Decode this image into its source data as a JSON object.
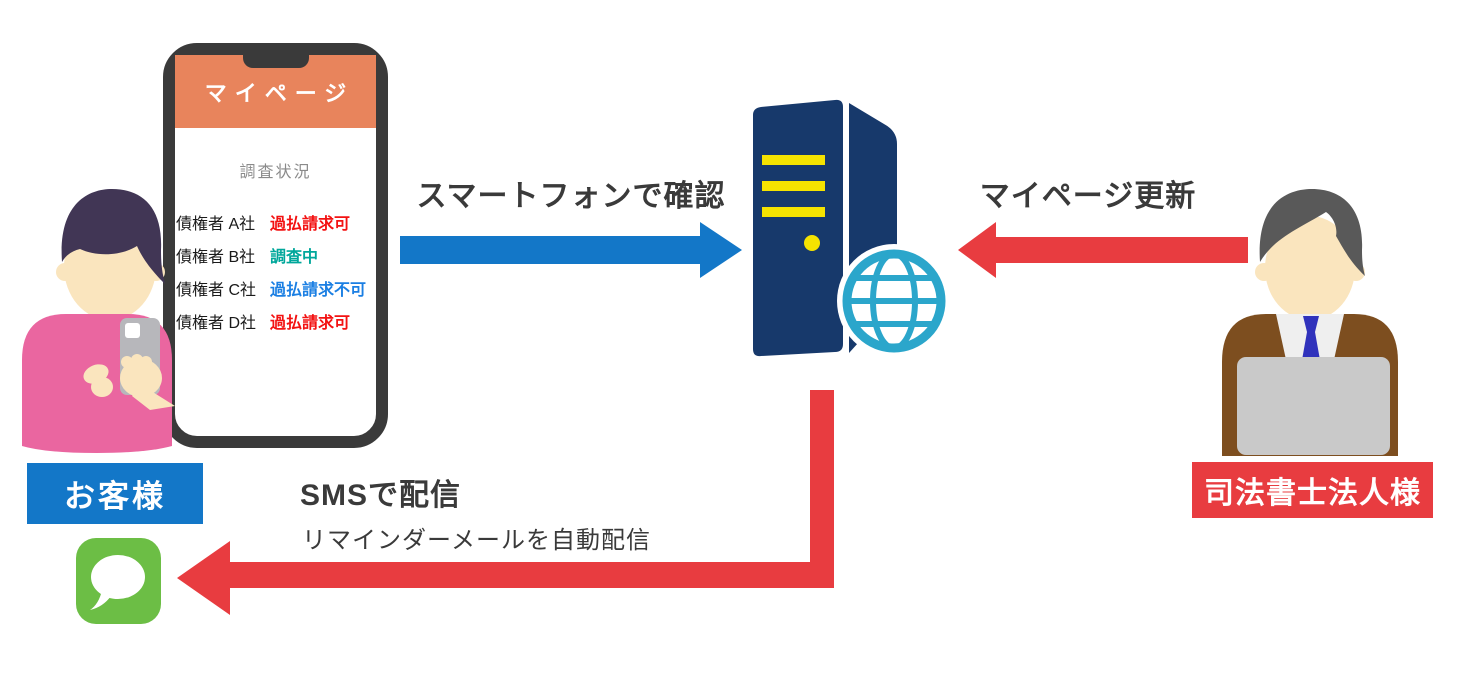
{
  "colors": {
    "accent_blue": "#1377C8",
    "accent_red": "#E83C40",
    "header_orange": "#E8845C",
    "server_navy": "#17396B",
    "server_yellow": "#F5E300",
    "globe_teal": "#2BA6CB",
    "sms_green": "#6CBE45"
  },
  "phone": {
    "header": "マイページ",
    "section_title": "調査状況",
    "rows": [
      {
        "name": "債権者 A社",
        "status": "過払請求可",
        "status_color": "#F31212"
      },
      {
        "name": "債権者 B社",
        "status": "調査中",
        "status_color": "#00A79B"
      },
      {
        "name": "債権者 C社",
        "status": "過払請求不可",
        "status_color": "#1B7FE3"
      },
      {
        "name": "債権者 D社",
        "status": "過払請求可",
        "status_color": "#F31212"
      }
    ]
  },
  "labels": {
    "smartphone_check": "スマートフォンで確認",
    "mypage_update": "マイページ更新",
    "sms_delivery": "SMSで配信",
    "sms_delivery_sub": "リマインダーメールを自動配信",
    "customer": "お客様",
    "staff": "司法書士法人様"
  },
  "icons": {
    "sms": "message-bubble-icon",
    "globe": "globe-icon",
    "server": "server-tower-icon",
    "customer_figure": "person-with-smartphone",
    "staff_figure": "person-at-laptop"
  }
}
